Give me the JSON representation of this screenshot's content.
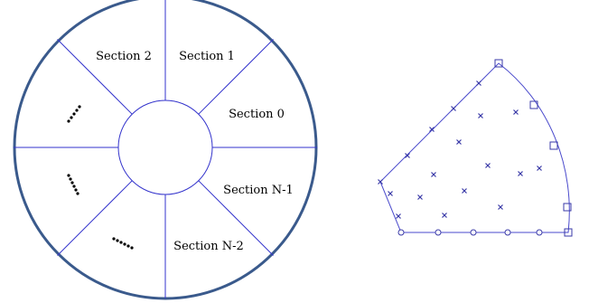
{
  "colors": {
    "outer_ring": "#3a5a8c",
    "lines": "#3333cc",
    "mesh_line": "#4a4acc",
    "markers": "#3a3aa8",
    "dots": "#000000",
    "background": "#ffffff"
  },
  "left_diagram": {
    "section_labels": {
      "s0": "Section 0",
      "s1": "Section 1",
      "s2": "Section 2",
      "sn1": "Section N-1",
      "sn2": "Section N-2"
    }
  },
  "right_diagram": {
    "marker_types": [
      "square",
      "circle",
      "cross"
    ]
  }
}
